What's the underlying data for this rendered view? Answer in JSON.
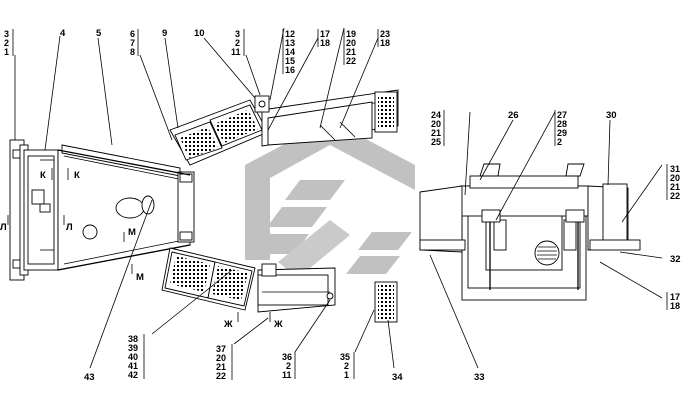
{
  "colors": {
    "ink": "#000000",
    "background": "#ffffff",
    "watermark": "#8f8f8f"
  },
  "watermark_icon": "chevron-arrow-logo",
  "callouts": [
    {
      "id": "c3_2_1",
      "lines": [
        "3",
        "2",
        "1"
      ]
    },
    {
      "id": "c4",
      "lines": [
        "4"
      ]
    },
    {
      "id": "c5",
      "lines": [
        "5"
      ]
    },
    {
      "id": "c6_7_8",
      "lines": [
        "6",
        "7",
        "8"
      ]
    },
    {
      "id": "c9",
      "lines": [
        "9"
      ]
    },
    {
      "id": "c10",
      "lines": [
        "10"
      ]
    },
    {
      "id": "c3_2_11",
      "lines": [
        "3",
        "2",
        "11"
      ]
    },
    {
      "id": "c12_16",
      "lines": [
        "12",
        "13",
        "14",
        "15",
        "16"
      ]
    },
    {
      "id": "c17_18",
      "lines": [
        "17",
        "18"
      ]
    },
    {
      "id": "c19_22",
      "lines": [
        "19",
        "20",
        "21",
        "22"
      ]
    },
    {
      "id": "c23_18",
      "lines": [
        "23",
        "18"
      ]
    },
    {
      "id": "c24_25",
      "lines": [
        "24",
        "20",
        "21",
        "25"
      ]
    },
    {
      "id": "c26",
      "lines": [
        "26"
      ]
    },
    {
      "id": "c27_2",
      "lines": [
        "27",
        "28",
        "29",
        "2"
      ]
    },
    {
      "id": "c30",
      "lines": [
        "30"
      ]
    },
    {
      "id": "c31_22",
      "lines": [
        "31",
        "20",
        "21",
        "22"
      ]
    },
    {
      "id": "c32",
      "lines": [
        "32"
      ]
    },
    {
      "id": "c17_18b",
      "lines": [
        "17",
        "18"
      ]
    },
    {
      "id": "c33",
      "lines": [
        "33"
      ]
    },
    {
      "id": "c34",
      "lines": [
        "34"
      ]
    },
    {
      "id": "c35_1",
      "lines": [
        "35",
        "2",
        "1"
      ]
    },
    {
      "id": "c36_11",
      "lines": [
        "36",
        "2",
        "11"
      ]
    },
    {
      "id": "c37_22",
      "lines": [
        "37",
        "20",
        "21",
        "22"
      ]
    },
    {
      "id": "c38_42",
      "lines": [
        "38",
        "39",
        "40",
        "41",
        "42"
      ]
    },
    {
      "id": "c43",
      "lines": [
        "43"
      ]
    }
  ],
  "section_marks": {
    "k_left": "К",
    "k_right": "К",
    "l_left": "Л",
    "l_right": "Л",
    "m_top": "М",
    "m_bottom": "М",
    "zh_left": "Ж",
    "zh_right": "Ж"
  }
}
